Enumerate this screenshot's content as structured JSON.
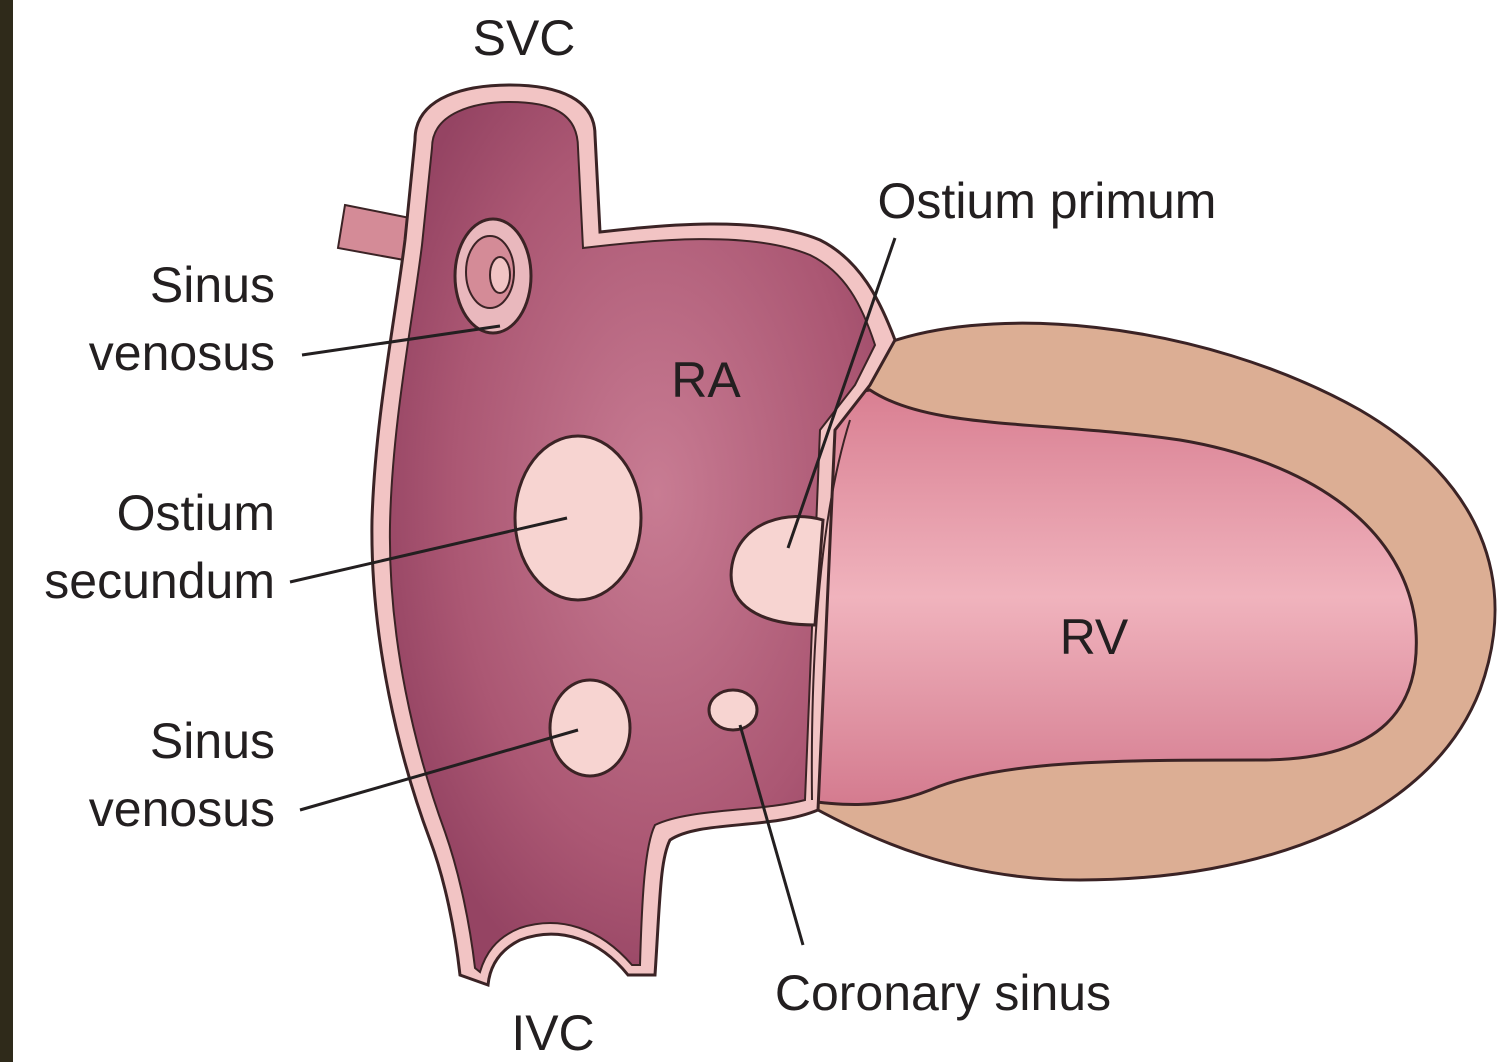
{
  "labels": {
    "svc": "SVC",
    "ivc": "IVC",
    "ra": "RA",
    "rv": "RV",
    "ostium_primum": "Ostium primum",
    "sinus_venosus_top_1": "Sinus",
    "sinus_venosus_top_2": "venosus",
    "ostium_secundum_1": "Ostium",
    "ostium_secundum_2": "secundum",
    "sinus_venosus_bottom_1": "Sinus",
    "sinus_venosus_bottom_2": "venosus",
    "coronary_sinus": "Coronary sinus"
  },
  "colors": {
    "wall_outer": "#f2c4c4",
    "atrium_interior": "#a8536d",
    "atrium_light": "#c77c92",
    "ventricle_wall": "#dcae94",
    "ventricle_interior": "#e79aa8",
    "defect_fill": "#f7d4d1",
    "outline": "#3b2325",
    "frame": "#2f2a1a"
  }
}
